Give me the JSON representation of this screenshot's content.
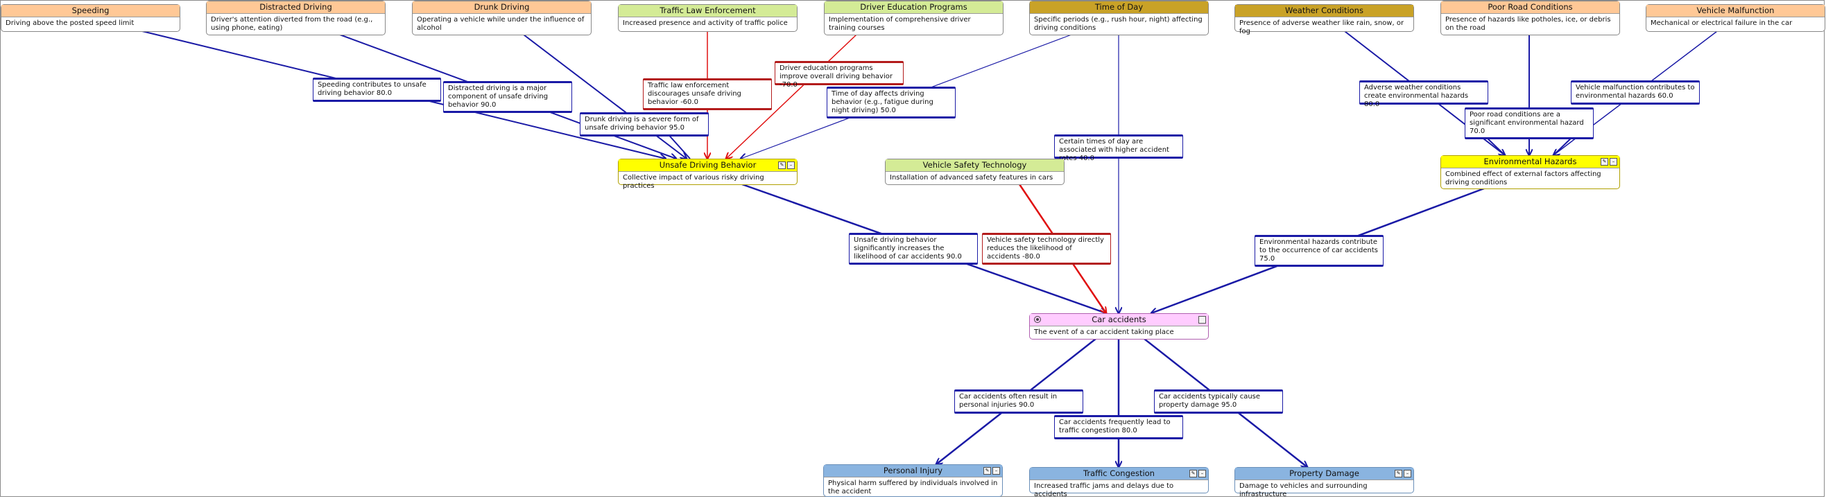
{
  "nodes": {
    "speeding": {
      "title": "Speeding",
      "desc": "Driving above the posted speed limit"
    },
    "distracted": {
      "title": "Distracted Driving",
      "desc": "Driver's attention diverted from the road (e.g., using phone, eating)"
    },
    "drunk": {
      "title": "Drunk Driving",
      "desc": "Operating a vehicle while under the influence of alcohol"
    },
    "law": {
      "title": "Traffic Law Enforcement",
      "desc": "Increased presence and activity of traffic police"
    },
    "education": {
      "title": "Driver Education Programs",
      "desc": "Implementation of comprehensive driver training courses"
    },
    "timeofday": {
      "title": "Time of Day",
      "desc": "Specific periods (e.g., rush hour, night) affecting driving conditions"
    },
    "weather": {
      "title": "Weather Conditions",
      "desc": "Presence of adverse weather like rain, snow, or fog"
    },
    "road": {
      "title": "Poor Road Conditions",
      "desc": "Presence of hazards like potholes, ice, or debris on the road"
    },
    "malfunction": {
      "title": "Vehicle Malfunction",
      "desc": "Mechanical or electrical failure in the car"
    },
    "unsafe": {
      "title": "Unsafe Driving Behavior",
      "desc": "Collective impact of various risky driving practices"
    },
    "safetytech": {
      "title": "Vehicle Safety Technology",
      "desc": "Installation of advanced safety features in cars"
    },
    "envhaz": {
      "title": "Environmental Hazards",
      "desc": "Combined effect of external factors affecting driving conditions"
    },
    "accidents": {
      "title": "Car accidents",
      "desc": "The event of a car accident taking place"
    },
    "injury": {
      "title": "Personal Injury",
      "desc": "Physical harm suffered by individuals involved in the accident"
    },
    "congestion": {
      "title": "Traffic Congestion",
      "desc": "Increased traffic jams and delays due to accidents"
    },
    "damage": {
      "title": "Property Damage",
      "desc": "Damage to vehicles and surrounding infrastructure"
    }
  },
  "edges": {
    "speeding_unsafe": "Speeding contributes to unsafe driving behavior 80.0",
    "distracted_unsafe": "Distracted driving is a major component of unsafe driving behavior 90.0",
    "drunk_unsafe": "Drunk driving is a severe form of unsafe driving behavior 95.0",
    "law_unsafe": "Traffic law enforcement discourages unsafe driving behavior -60.0",
    "education_unsafe": "Driver education programs improve overall driving behavior -70.0",
    "time_unsafe": "Time of day affects driving behavior (e.g., fatigue during night driving) 50.0",
    "time_accidents": "Certain times of day are associated with higher accident rates 40.0",
    "weather_env": "Adverse weather conditions create environmental hazards 80.0",
    "road_env": "Poor road conditions are a significant environmental hazard 70.0",
    "malfunction_env": "Vehicle malfunction contributes to environmental hazards 60.0",
    "unsafe_accidents": "Unsafe driving behavior significantly increases the likelihood of car accidents 90.0",
    "tech_accidents": "Vehicle safety technology directly reduces the likelihood of accidents -80.0",
    "env_accidents": "Environmental hazards contribute to the occurrence of car accidents 75.0",
    "acc_injury": "Car accidents often result in personal injuries 90.0",
    "acc_congestion": "Car accidents frequently lead to traffic congestion 80.0",
    "acc_damage": "Car accidents typically cause property damage 95.0"
  },
  "colors": {
    "positive": "#1a1aa6",
    "negative": "#e01010",
    "cause": "#ffc896",
    "intervention": "#d4eb96",
    "context": "#c9a227",
    "aggregate": "#ffff00",
    "target": "#ffccff",
    "effect": "#8ab4e0"
  },
  "icons": {
    "target": "target-icon",
    "edit": "pencil-icon",
    "collapse": "collapse-icon"
  }
}
